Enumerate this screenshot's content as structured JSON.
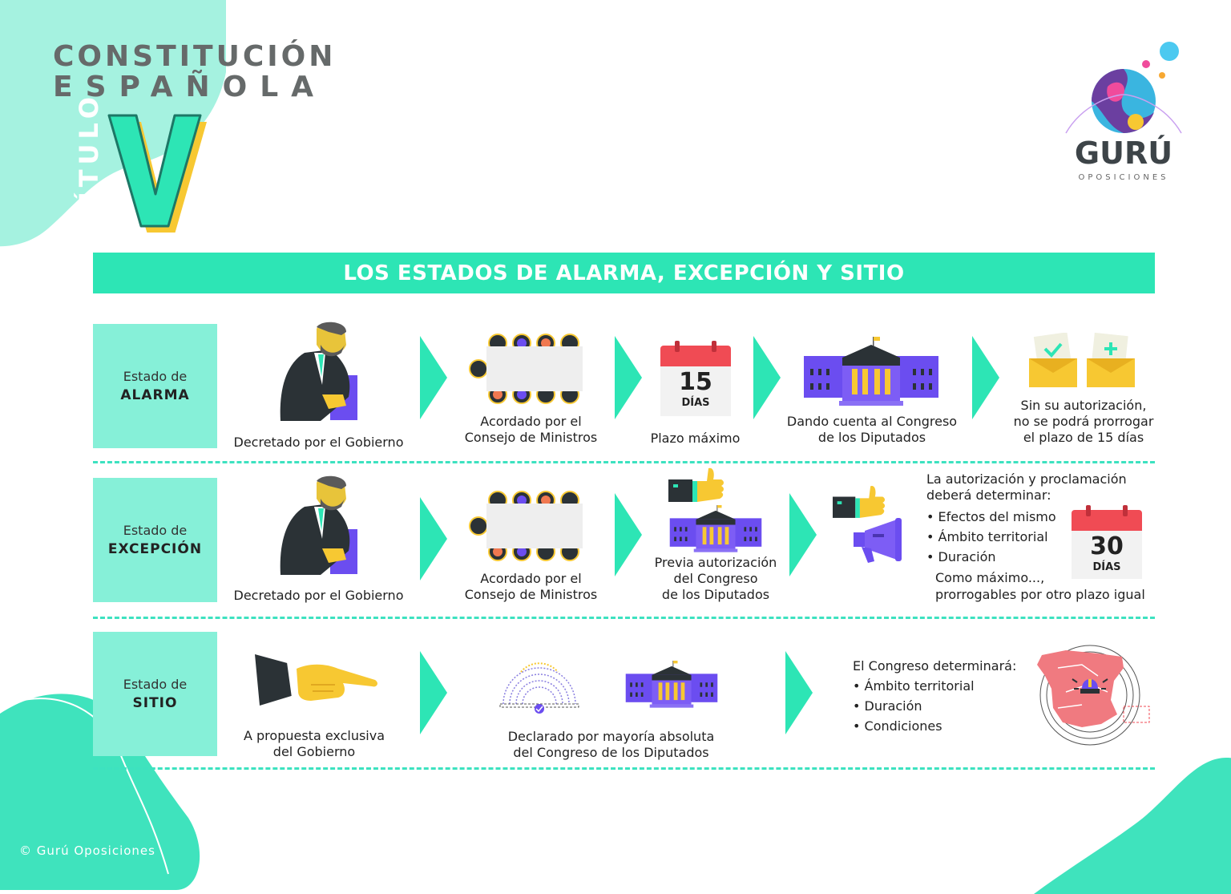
{
  "header": {
    "line1": "CONSTITUCIÓN",
    "line2": "ESPAÑOLA",
    "titulo": "TÍTULO",
    "numeral": "V"
  },
  "logo": {
    "brand": "GURÚ",
    "sub": "OPOSICIONES"
  },
  "banner": "LOS ESTADOS DE ALARMA, EXCEPCIÓN Y SITIO",
  "rows": {
    "alarma": {
      "label1": "Estado de",
      "label2": "ALARMA",
      "step1": "Decretado por el Gobierno",
      "step2": [
        "Acordado por el",
        "Consejo de Ministros"
      ],
      "cal_number": "15",
      "cal_unit": "DÍAS",
      "step3": "Plazo máximo",
      "step4": [
        "Dando cuenta al Congreso",
        "de los Diputados"
      ],
      "step5": [
        "Sin su autorización,",
        "no se podrá prorrogar",
        "el plazo de 15 días"
      ]
    },
    "excepcion": {
      "label1": "Estado de",
      "label2": "EXCEPCIÓN",
      "step1": "Decretado por el Gobierno",
      "step2": [
        "Acordado por el",
        "Consejo de Ministros"
      ],
      "step3": [
        "Previa autorización",
        "del Congreso",
        "de los Diputados"
      ],
      "intro": [
        "La autorización y proclamación",
        "deberá determinar:"
      ],
      "items": [
        "• Efectos del mismo",
        "• Ámbito territorial",
        "• Duración"
      ],
      "note": [
        "Como máximo...,",
        "prorrogables por otro plazo igual"
      ],
      "cal_number": "30",
      "cal_unit": "DÍAS"
    },
    "sitio": {
      "label1": "Estado de",
      "label2": "SITIO",
      "step1": [
        "A propuesta exclusiva",
        "del Gobierno"
      ],
      "step2": [
        "Declarado por mayoría absoluta",
        "del Congreso de los Diputados"
      ],
      "intro": "El Congreso determinará:",
      "items": [
        "• Ámbito territorial",
        "• Duración",
        "• Condiciones"
      ]
    }
  },
  "copyright": "© Gurú Oposiciones",
  "colors": {
    "mint": "#2de5b5",
    "mint_light": "#86f0d8",
    "blob": "#a5f2e0",
    "purple": "#6b4df0",
    "yellow": "#f7c832",
    "red": "#f04b54",
    "dark": "#2b3236",
    "text_gray": "#666a6a"
  },
  "icons": [
    "businessman-signing-icon",
    "council-table-icon",
    "calendar-icon",
    "congress-building-icon",
    "ballot-box-icon",
    "thumbs-up-icon",
    "megaphone-icon",
    "pointing-hand-icon",
    "hemicycle-icon",
    "spain-map-alert-icon",
    "guru-logo-icon"
  ]
}
